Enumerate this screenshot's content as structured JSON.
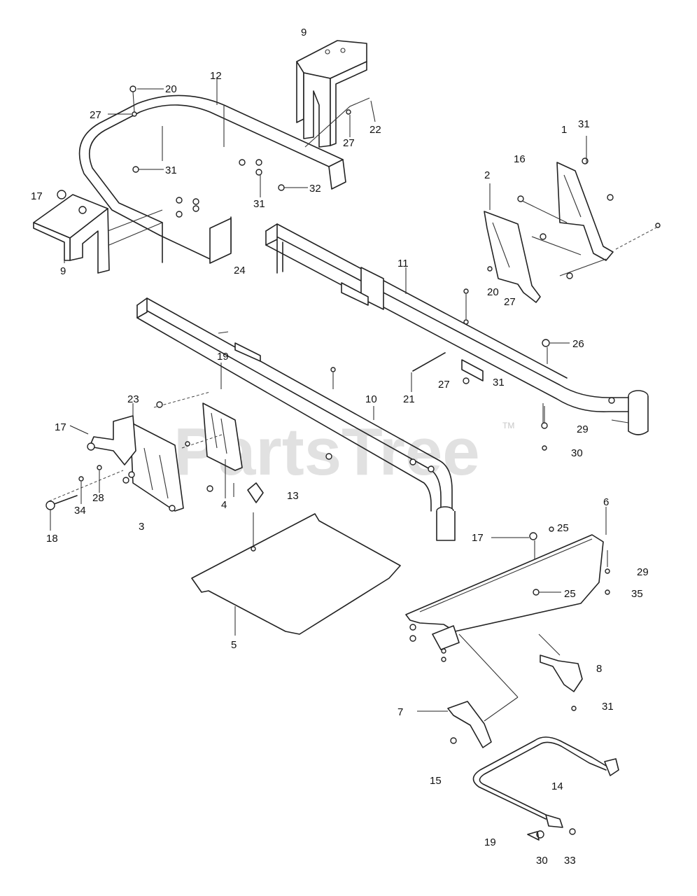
{
  "watermark": {
    "text": "PartsTree",
    "trademark": "TM"
  },
  "callouts": [
    "1",
    "2",
    "3",
    "4",
    "5",
    "6",
    "7",
    "8",
    "9",
    "9",
    "10",
    "11",
    "12",
    "13",
    "14",
    "15",
    "16",
    "17",
    "17",
    "17",
    "18",
    "19",
    "19",
    "20",
    "20",
    "21",
    "22",
    "23",
    "24",
    "25",
    "25",
    "26",
    "27",
    "27",
    "27",
    "27",
    "28",
    "29",
    "29",
    "30",
    "30",
    "31",
    "31",
    "31",
    "31",
    "31",
    "32",
    "33",
    "34",
    "35"
  ]
}
